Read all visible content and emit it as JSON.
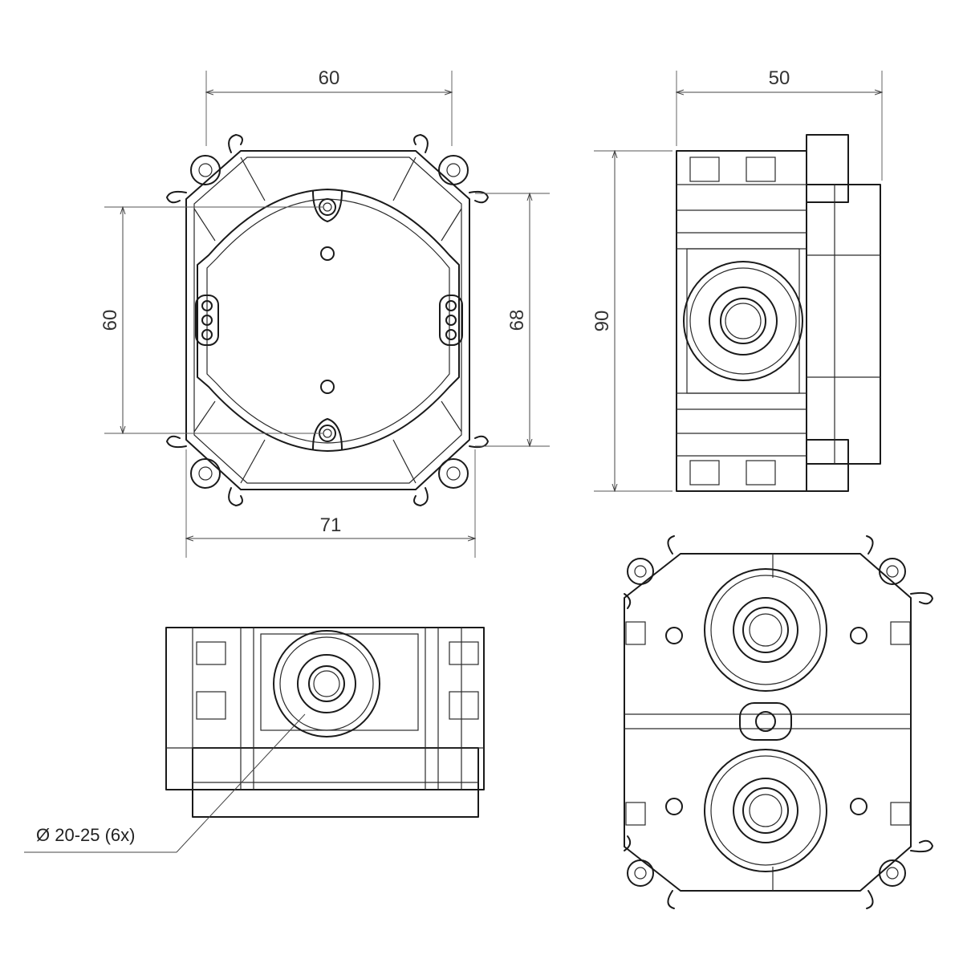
{
  "dimensions": {
    "front_width": "60",
    "front_height_inner": "60",
    "front_height_outer": "68",
    "front_width_outer": "71",
    "side_width": "50",
    "side_height": "90"
  },
  "note": {
    "entry_diameter": "Ø 20-25 (6x)"
  }
}
